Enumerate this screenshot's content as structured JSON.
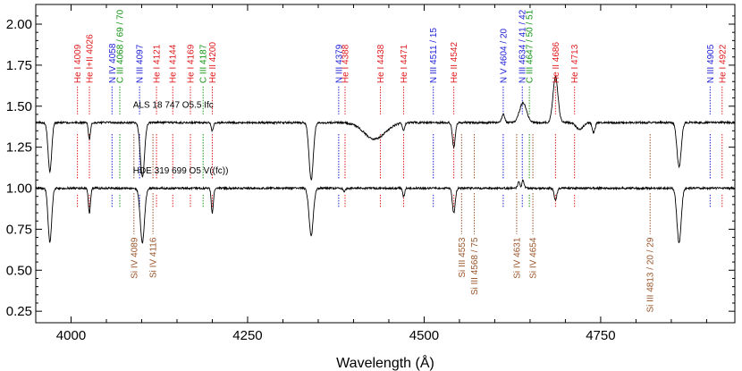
{
  "chart_data": {
    "type": "line",
    "xlabel": "Wavelength (Å)",
    "ylabel": "",
    "xlim": [
      3950,
      4940
    ],
    "ylim": [
      0.18,
      2.12
    ],
    "x_ticks": [
      4000,
      4250,
      4500,
      4750
    ],
    "y_ticks": [
      0.25,
      0.5,
      0.75,
      1.0,
      1.25,
      1.5,
      1.75,
      2.0
    ],
    "colors": {
      "He": "#e0191c",
      "N": "#1a1ad6",
      "C": "#139413",
      "Si": "#99552a",
      "spectrum": "#000000"
    },
    "spectra": [
      {
        "name": "ALS 18 747   O5.5 Ifc",
        "baseline": 1.4,
        "features": [
          {
            "x": 3970,
            "depth": 0.3,
            "width": 2.5
          },
          {
            "x": 4026,
            "depth": 0.1,
            "width": 1.5
          },
          {
            "x": 4101,
            "depth": 0.33,
            "width": 3.0
          },
          {
            "x": 4200,
            "depth": 0.05,
            "width": 1.5
          },
          {
            "x": 4340,
            "depth": 0.35,
            "width": 3.0
          },
          {
            "x": 4430,
            "depth": 0.1,
            "width": 15.0
          },
          {
            "x": 4471,
            "depth": 0.05,
            "width": 1.5
          },
          {
            "x": 4542,
            "depth": 0.15,
            "width": 2.0
          },
          {
            "x": 4612,
            "depth": -0.05,
            "width": 2.0
          },
          {
            "x": 4640,
            "depth": -0.12,
            "width": 5.0
          },
          {
            "x": 4686,
            "depth": -0.28,
            "width": 3.5
          },
          {
            "x": 4720,
            "depth": 0.04,
            "width": 5.0
          },
          {
            "x": 4740,
            "depth": 0.06,
            "width": 2.0
          },
          {
            "x": 4861,
            "depth": 0.27,
            "width": 3.0
          }
        ]
      },
      {
        "name": "HDE 319 699   O5 V((fc))",
        "baseline": 1.0,
        "features": [
          {
            "x": 3970,
            "depth": 0.33,
            "width": 2.5
          },
          {
            "x": 4026,
            "depth": 0.15,
            "width": 1.5
          },
          {
            "x": 4101,
            "depth": 0.33,
            "width": 3.0
          },
          {
            "x": 4200,
            "depth": 0.15,
            "width": 1.5
          },
          {
            "x": 4340,
            "depth": 0.29,
            "width": 3.0
          },
          {
            "x": 4387,
            "depth": 0.02,
            "width": 1.5
          },
          {
            "x": 4471,
            "depth": 0.05,
            "width": 1.5
          },
          {
            "x": 4542,
            "depth": 0.15,
            "width": 2.0
          },
          {
            "x": 4634,
            "depth": -0.04,
            "width": 1.5
          },
          {
            "x": 4640,
            "depth": -0.05,
            "width": 1.5
          },
          {
            "x": 4686,
            "depth": 0.07,
            "width": 2.0
          },
          {
            "x": 4861,
            "depth": 0.33,
            "width": 3.0
          }
        ]
      }
    ],
    "lines_top": [
      {
        "label": "He I 4009",
        "x": 4009,
        "color": "He"
      },
      {
        "label": "He I+II 4026",
        "x": 4026,
        "color": "He"
      },
      {
        "label": "N IV 4058",
        "x": 4058,
        "color": "N"
      },
      {
        "label": "C III 4068 / 69 / 70",
        "x": 4069,
        "color": "C"
      },
      {
        "label": "N III 4097",
        "x": 4097,
        "color": "N"
      },
      {
        "label": "He I 4121",
        "x": 4121,
        "color": "He"
      },
      {
        "label": "He I 4144",
        "x": 4144,
        "color": "He"
      },
      {
        "label": "He I 4169",
        "x": 4169,
        "color": "He"
      },
      {
        "label": "C III 4187",
        "x": 4187,
        "color": "C"
      },
      {
        "label": "He II 4200",
        "x": 4200,
        "color": "He"
      },
      {
        "label": "N III 4379",
        "x": 4379,
        "color": "N"
      },
      {
        "label": "He I 4388",
        "x": 4388,
        "color": "He"
      },
      {
        "label": "He I 4438",
        "x": 4438,
        "color": "He"
      },
      {
        "label": "He I 4471",
        "x": 4471,
        "color": "He"
      },
      {
        "label": "N III 4511 / 15",
        "x": 4513,
        "color": "N"
      },
      {
        "label": "He II 4542",
        "x": 4542,
        "color": "He"
      },
      {
        "label": "N V 4604 / 20",
        "x": 4612,
        "color": "N"
      },
      {
        "label": "N III 4634 / 41 / 42",
        "x": 4639,
        "color": "N"
      },
      {
        "label": "C III 4647 / 50 / 51",
        "x": 4649,
        "color": "C"
      },
      {
        "label": "He II 4686",
        "x": 4686,
        "color": "He"
      },
      {
        "label": "He I 4713",
        "x": 4713,
        "color": "He"
      },
      {
        "label": "N III 4905",
        "x": 4905,
        "color": "N"
      },
      {
        "label": "He I 4922",
        "x": 4922,
        "color": "He"
      }
    ],
    "lines_bottom": [
      {
        "label": "Si IV 4089",
        "x": 4089,
        "color": "Si"
      },
      {
        "label": "Si IV 4116",
        "x": 4116,
        "color": "Si"
      },
      {
        "label": "Si III 4553",
        "x": 4553,
        "color": "Si"
      },
      {
        "label": "Si III 4568 / 75",
        "x": 4571,
        "color": "Si"
      },
      {
        "label": "Si IV 4631",
        "x": 4631,
        "color": "Si"
      },
      {
        "label": "Si IV 4654",
        "x": 4654,
        "color": "Si"
      },
      {
        "label": "Si III 4813 / 20 / 29",
        "x": 4820,
        "color": "Si"
      }
    ]
  }
}
